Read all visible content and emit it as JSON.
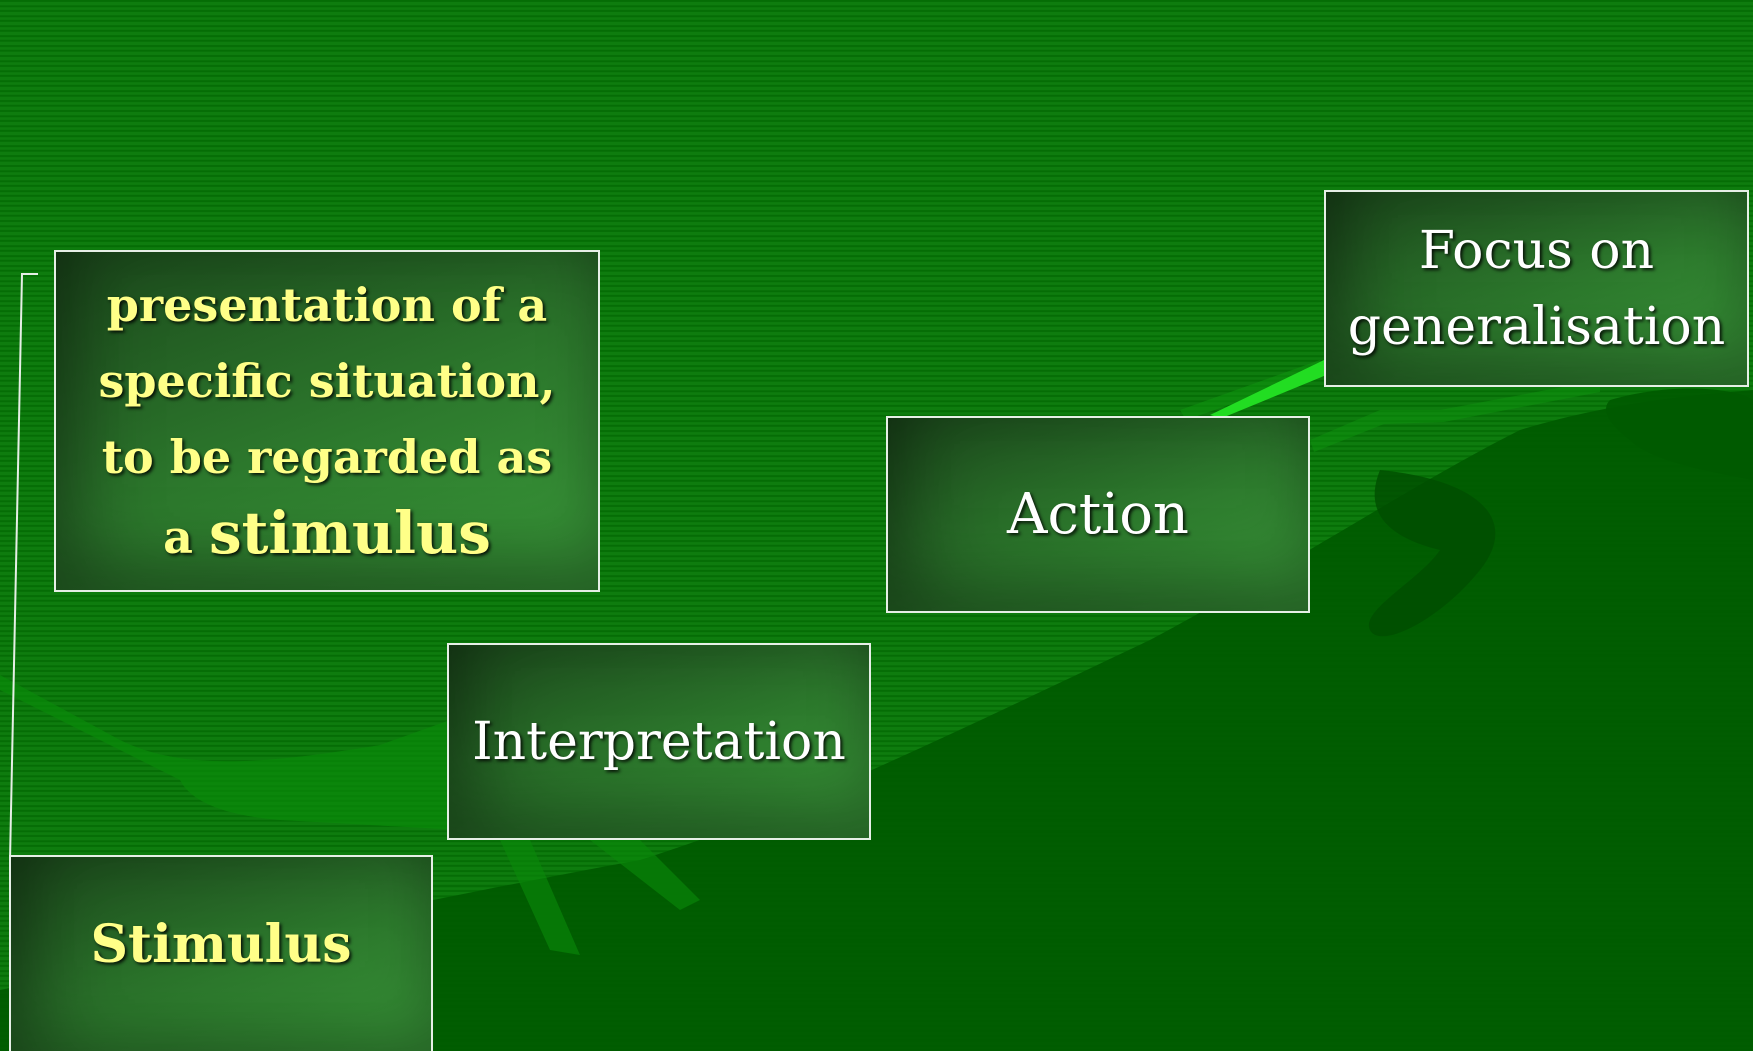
{
  "slide": {
    "background_color": "#067806",
    "box_border_color": "#e6efe6",
    "text_colors": {
      "primary": "#ffffff",
      "highlight": "#ffff88"
    },
    "connector_color": "#22dd22"
  },
  "boxes": {
    "presentation": {
      "line1": "presentation of a",
      "line2": "specific situation,",
      "line3": "to be regarded as",
      "line4_prefix": "a ",
      "line4_emphasis": "stimulus"
    },
    "focus": {
      "line1": "Focus on",
      "line2": "generalisation"
    },
    "action": {
      "label": "Action"
    },
    "interpretation": {
      "label": "Interpretation"
    },
    "stimulus": {
      "label": "Stimulus"
    }
  }
}
